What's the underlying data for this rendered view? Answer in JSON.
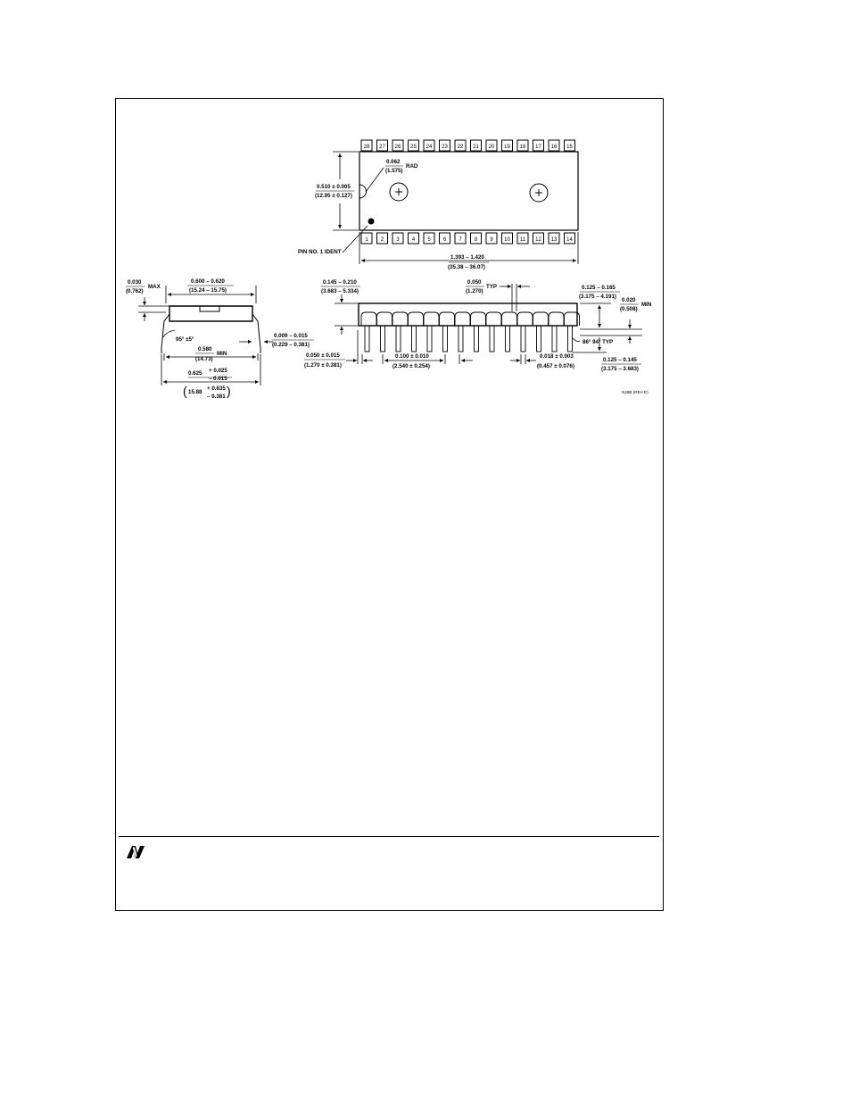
{
  "top_view": {
    "pins_top": [
      "28",
      "27",
      "26",
      "25",
      "24",
      "23",
      "22",
      "21",
      "20",
      "19",
      "18",
      "17",
      "16",
      "15"
    ],
    "pins_bottom": [
      "1",
      "2",
      "3",
      "4",
      "5",
      "6",
      "7",
      "8",
      "9",
      "10",
      "11",
      "12",
      "13",
      "14"
    ],
    "notch_radius": "0.062",
    "notch_radius_mm": "(1.575)",
    "notch_radius_suffix": "RAD",
    "width_in": "0.510 ± 0.005",
    "width_mm": "(12.95 ± 0.127)",
    "pin1_label": "PIN NO. 1 IDENT",
    "length_in": "1.393 – 1.420",
    "length_mm": "(35.38 – 36.07)"
  },
  "end_view": {
    "max_in": "0.030",
    "max_mm": "(0.762)",
    "max_suffix": "MAX",
    "body_width_in": "0.600 – 0.620",
    "body_width_mm": "(15.24 – 15.75)",
    "angle": "95° ±5°",
    "lead_thickness_in": "0.009 – 0.015",
    "lead_thickness_mm": "(0.229 – 0.381)",
    "min_width_in": "0.580",
    "min_width_mm": "(14.73)",
    "min_suffix": "MIN",
    "overall_in": "0.625",
    "overall_tol_plus": "+ 0.025",
    "overall_tol_minus": "– 0.015",
    "overall_mm": "15.88",
    "overall_mm_tol_plus": "+ 0.635",
    "overall_mm_tol_minus": "– 0.381"
  },
  "side_view": {
    "height_in": "0.145 – 0.210",
    "height_mm": "(3.683 – 5.334)",
    "typ_in": "0.050",
    "typ_mm": "(1.270)",
    "typ_suffix": "TYP",
    "seat_in": "0.125 – 0.165",
    "seat_mm": "(3.175 – 4.191)",
    "clear_in": "0.020",
    "clear_mm": "(0.508)",
    "clear_suffix": "MIN",
    "angle_label": "86° 94° TYP",
    "shoulder_in": "0.050 ± 0.015",
    "shoulder_mm": "(1.270 ± 0.381)",
    "pitch_in": "0.100 ± 0.010",
    "pitch_mm": "(2.540 ± 0.254)",
    "lead_width_in": "0.018 ± 0.003",
    "lead_width_mm": "(0.457 ± 0.076)",
    "lead_len_in": "0.125 – 0.145",
    "lead_len_mm": "(3.175 – 3.683)"
  },
  "drawing_ref": "N28B (REV E)"
}
